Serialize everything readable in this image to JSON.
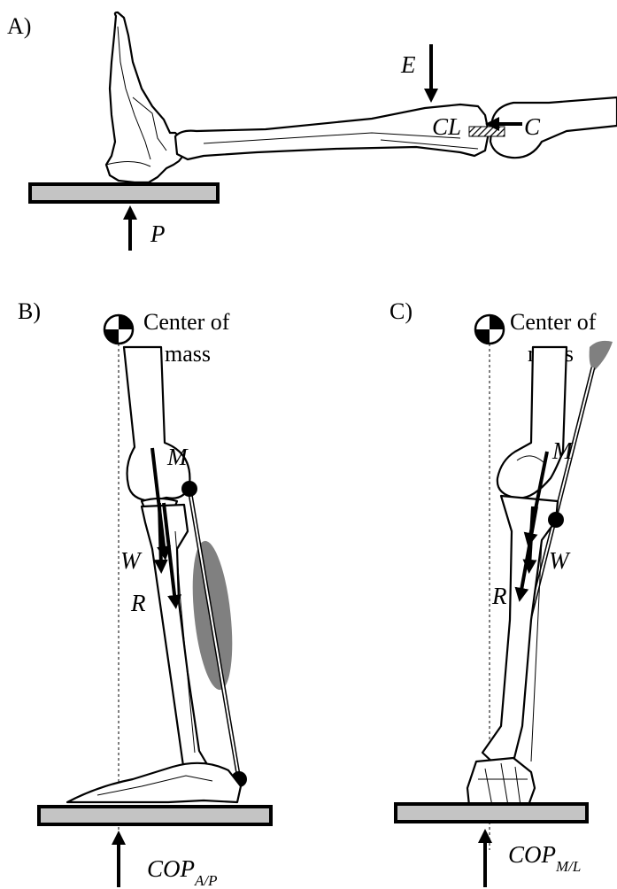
{
  "panels": {
    "a": {
      "label": "A)",
      "forces": {
        "E": "E",
        "CL": "CL",
        "C": "C",
        "P": "P"
      }
    },
    "b": {
      "label": "B)",
      "com_line1": "Center of",
      "com_line2": "mass",
      "forces": {
        "M": "M",
        "W": "W",
        "R": "R"
      },
      "cop_main": "COP",
      "cop_sub": "A/P"
    },
    "c": {
      "label": "C)",
      "com_line1": "Center of",
      "com_line2": "mass",
      "forces": {
        "M": "M",
        "W": "W",
        "R": "R"
      },
      "cop_main": "COP",
      "cop_sub": "M/L"
    }
  },
  "colors": {
    "force_plate": "#c4c4c4",
    "muscle": "#808080",
    "outline": "#000000"
  },
  "icons": [
    "center-of-mass-symbol",
    "force-arrow",
    "muscle-attachment-dot"
  ]
}
